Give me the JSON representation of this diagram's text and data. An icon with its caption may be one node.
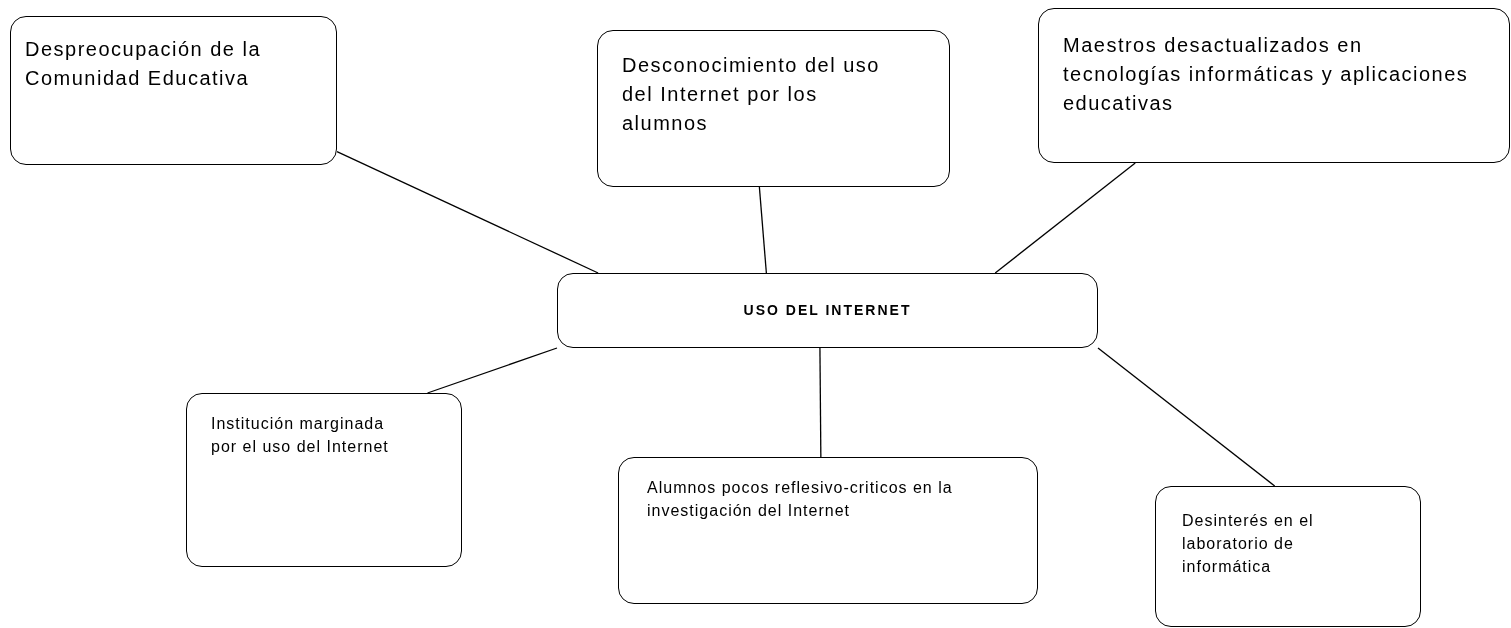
{
  "diagram": {
    "nodes": [
      {
        "text": [
          "Despreocupación de la Comunidad Educativa"
        ]
      },
      {
        "text": [
          "Desconocimiento del uso del Internet por los alumnos"
        ]
      },
      {
        "text": [
          "Maestros desactualizados en tecnologías informáticas y aplicaciones educativas"
        ]
      },
      {
        "text": [
          "USO DEL INTERNET"
        ]
      },
      {
        "text": [
          "Institución marginada por el uso del Internet"
        ]
      },
      {
        "text": [
          "Alumnos pocos reflesivo-criticos en la investigación del Internet"
        ]
      },
      {
        "text": [
          "Desinterés en el laboratorio de informática"
        ]
      }
    ],
    "edges": [
      {
        "from": 0,
        "to": 3,
        "arrow": "none"
      },
      {
        "from": 1,
        "to": 3,
        "arrow": "none"
      },
      {
        "from": 2,
        "to": 3,
        "arrow": "none"
      },
      {
        "from": 3,
        "to": 4,
        "arrow": "none"
      },
      {
        "from": 3,
        "to": 5,
        "arrow": "none"
      },
      {
        "from": 3,
        "to": 6,
        "arrow": "none"
      }
    ]
  }
}
